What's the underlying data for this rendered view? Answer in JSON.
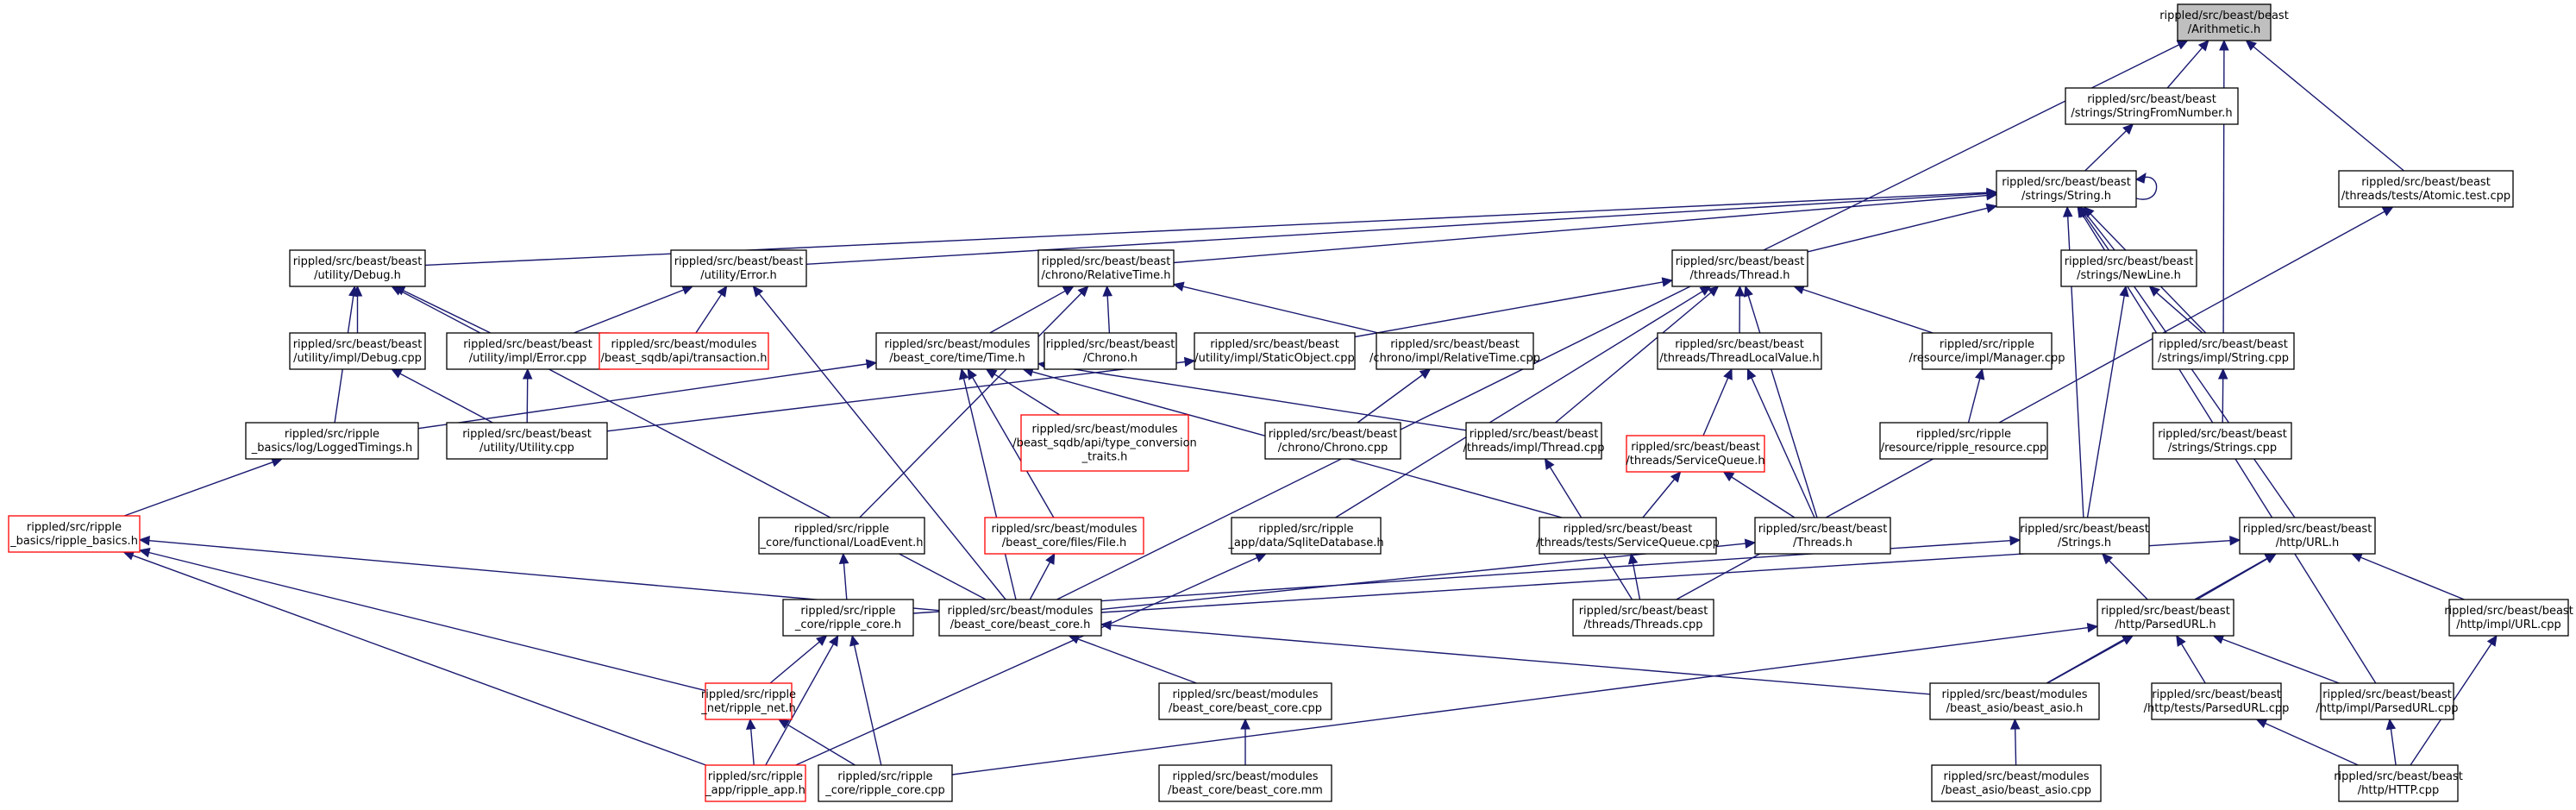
{
  "diagram": {
    "type": "include-dependency-graph",
    "colors": {
      "edge": "#191970",
      "root_fill": "#bfbfbf",
      "missing_border": "#ff0000"
    },
    "nodes": [
      {
        "id": "arith",
        "lines": [
          "rippled/src/beast/beast",
          "/Arithmetic.h"
        ],
        "style": "root"
      },
      {
        "id": "sfn",
        "lines": [
          "rippled/src/beast/beast",
          "/strings/StringFromNumber.h"
        ]
      },
      {
        "id": "string",
        "lines": [
          "rippled/src/beast/beast",
          "/strings/String.h"
        ]
      },
      {
        "id": "atomic",
        "lines": [
          "rippled/src/beast/beast",
          "/threads/tests/Atomic.test.cpp"
        ]
      },
      {
        "id": "debug",
        "lines": [
          "rippled/src/beast/beast",
          "/utility/Debug.h"
        ]
      },
      {
        "id": "error",
        "lines": [
          "rippled/src/beast/beast",
          "/utility/Error.h"
        ]
      },
      {
        "id": "reltime",
        "lines": [
          "rippled/src/beast/beast",
          "/chrono/RelativeTime.h"
        ]
      },
      {
        "id": "thread",
        "lines": [
          "rippled/src/beast/beast",
          "/threads/Thread.h"
        ]
      },
      {
        "id": "newline",
        "lines": [
          "rippled/src/beast/beast",
          "/strings/NewLine.h"
        ]
      },
      {
        "id": "debugcpp",
        "lines": [
          "rippled/src/beast/beast",
          "/utility/impl/Debug.cpp"
        ]
      },
      {
        "id": "errorcpp",
        "lines": [
          "rippled/src/beast/beast",
          "/utility/impl/Error.cpp"
        ]
      },
      {
        "id": "transaction",
        "lines": [
          "rippled/src/beast/modules",
          "/beast_sqdb/api/transaction.h"
        ],
        "style": "red"
      },
      {
        "id": "timeh",
        "lines": [
          "rippled/src/beast/modules",
          "/beast_core/time/Time.h"
        ]
      },
      {
        "id": "chrono",
        "lines": [
          "rippled/src/beast/beast",
          "/Chrono.h"
        ]
      },
      {
        "id": "staticobj",
        "lines": [
          "rippled/src/beast/beast",
          "/utility/impl/StaticObject.cpp"
        ]
      },
      {
        "id": "reltimecpp",
        "lines": [
          "rippled/src/beast/beast",
          "/chrono/impl/RelativeTime.cpp"
        ]
      },
      {
        "id": "tlv",
        "lines": [
          "rippled/src/beast/beast",
          "/threads/ThreadLocalValue.h"
        ]
      },
      {
        "id": "manager",
        "lines": [
          "rippled/src/ripple",
          "/resource/impl/Manager.cpp"
        ]
      },
      {
        "id": "stringcpp",
        "lines": [
          "rippled/src/beast/beast",
          "/strings/impl/String.cpp"
        ]
      },
      {
        "id": "loggedtimings",
        "lines": [
          "rippled/src/ripple",
          "_basics/log/LoggedTimings.h"
        ]
      },
      {
        "id": "utilitycpp",
        "lines": [
          "rippled/src/beast/beast",
          "/utility/Utility.cpp"
        ]
      },
      {
        "id": "typeconv",
        "lines": [
          "rippled/src/beast/modules",
          "/beast_sqdb/api/type_conversion",
          "_traits.h"
        ],
        "style": "red"
      },
      {
        "id": "chronocpp",
        "lines": [
          "rippled/src/beast/beast",
          "/chrono/Chrono.cpp"
        ]
      },
      {
        "id": "threadcpp",
        "lines": [
          "rippled/src/beast/beast",
          "/threads/impl/Thread.cpp"
        ]
      },
      {
        "id": "servicequeue",
        "lines": [
          "rippled/src/beast/beast",
          "/threads/ServiceQueue.h"
        ],
        "style": "red"
      },
      {
        "id": "rippleresource",
        "lines": [
          "rippled/src/ripple",
          "/resource/ripple_resource.cpp"
        ]
      },
      {
        "id": "stringscpp",
        "lines": [
          "rippled/src/beast/beast",
          "/strings/Strings.cpp"
        ]
      },
      {
        "id": "ripplebasics",
        "lines": [
          "rippled/src/ripple",
          "_basics/ripple_basics.h"
        ],
        "style": "red"
      },
      {
        "id": "loadevent",
        "lines": [
          "rippled/src/ripple",
          "_core/functional/LoadEvent.h"
        ]
      },
      {
        "id": "fileh",
        "lines": [
          "rippled/src/beast/modules",
          "/beast_core/files/File.h"
        ],
        "style": "red"
      },
      {
        "id": "sqlitedb",
        "lines": [
          "rippled/src/ripple",
          "_app/data/SqliteDatabase.h"
        ]
      },
      {
        "id": "sqtest",
        "lines": [
          "rippled/src/beast/beast",
          "/threads/tests/ServiceQueue.cpp"
        ]
      },
      {
        "id": "threadsh",
        "lines": [
          "rippled/src/beast/beast",
          "/Threads.h"
        ]
      },
      {
        "id": "stringsh",
        "lines": [
          "rippled/src/beast/beast",
          "/Strings.h"
        ]
      },
      {
        "id": "urlh",
        "lines": [
          "rippled/src/beast/beast",
          "/http/URL.h"
        ]
      },
      {
        "id": "ripplecore",
        "lines": [
          "rippled/src/ripple",
          "_core/ripple_core.h"
        ]
      },
      {
        "id": "beastcore",
        "lines": [
          "rippled/src/beast/modules",
          "/beast_core/beast_core.h"
        ]
      },
      {
        "id": "threadscpp",
        "lines": [
          "rippled/src/beast/beast",
          "/threads/Threads.cpp"
        ]
      },
      {
        "id": "parsedurl",
        "lines": [
          "rippled/src/beast/beast",
          "/http/ParsedURL.h"
        ]
      },
      {
        "id": "urlcpp",
        "lines": [
          "rippled/src/beast/beast",
          "/http/impl/URL.cpp"
        ]
      },
      {
        "id": "ripplenet",
        "lines": [
          "rippled/src/ripple",
          "_net/ripple_net.h"
        ],
        "style": "red"
      },
      {
        "id": "beastcorecpp",
        "lines": [
          "rippled/src/beast/modules",
          "/beast_core/beast_core.cpp"
        ]
      },
      {
        "id": "beastasio",
        "lines": [
          "rippled/src/beast/modules",
          "/beast_asio/beast_asio.h"
        ]
      },
      {
        "id": "parsedurltest",
        "lines": [
          "rippled/src/beast/beast",
          "/http/tests/ParsedURL.cpp"
        ]
      },
      {
        "id": "parsedurlcpp",
        "lines": [
          "rippled/src/beast/beast",
          "/http/impl/ParsedURL.cpp"
        ]
      },
      {
        "id": "rippleapp",
        "lines": [
          "rippled/src/ripple",
          "_app/ripple_app.h"
        ],
        "style": "red"
      },
      {
        "id": "ripplecorecpp",
        "lines": [
          "rippled/src/ripple",
          "_core/ripple_core.cpp"
        ]
      },
      {
        "id": "beastcoremm",
        "lines": [
          "rippled/src/beast/modules",
          "/beast_core/beast_core.mm"
        ]
      },
      {
        "id": "beastasiocpp",
        "lines": [
          "rippled/src/beast/modules",
          "/beast_asio/beast_asio.cpp"
        ]
      },
      {
        "id": "httpcpp",
        "lines": [
          "rippled/src/beast/beast",
          "/http/HTTP.cpp"
        ]
      }
    ],
    "edges": [
      [
        "sfn",
        "arith"
      ],
      [
        "string",
        "sfn"
      ],
      [
        "atomic",
        "arith"
      ],
      [
        "stringcpp",
        "arith"
      ],
      [
        "beastcore",
        "arith"
      ],
      [
        "string",
        "string"
      ],
      [
        "debug",
        "string"
      ],
      [
        "error",
        "string"
      ],
      [
        "reltime",
        "string"
      ],
      [
        "thread",
        "string"
      ],
      [
        "newline",
        "string"
      ],
      [
        "stringcpp",
        "string"
      ],
      [
        "stringsh",
        "string"
      ],
      [
        "urlh",
        "string"
      ],
      [
        "parsedurlcpp",
        "string"
      ],
      [
        "debugcpp",
        "debug"
      ],
      [
        "errorcpp",
        "debug"
      ],
      [
        "loggedtimings",
        "debug"
      ],
      [
        "beastcore",
        "debug"
      ],
      [
        "errorcpp",
        "error"
      ],
      [
        "transaction",
        "error"
      ],
      [
        "beastcore",
        "error"
      ],
      [
        "timeh",
        "reltime"
      ],
      [
        "chrono",
        "reltime"
      ],
      [
        "reltimecpp",
        "reltime"
      ],
      [
        "loadevent",
        "reltime"
      ],
      [
        "staticobj",
        "thread"
      ],
      [
        "tlv",
        "thread"
      ],
      [
        "manager",
        "thread"
      ],
      [
        "threadcpp",
        "thread"
      ],
      [
        "sqlitedb",
        "thread"
      ],
      [
        "threadsh",
        "thread"
      ],
      [
        "stringcpp",
        "newline"
      ],
      [
        "stringsh",
        "newline"
      ],
      [
        "utilitycpp",
        "debugcpp"
      ],
      [
        "utilitycpp",
        "errorcpp"
      ],
      [
        "loggedtimings",
        "timeh"
      ],
      [
        "typeconv",
        "timeh"
      ],
      [
        "fileh",
        "timeh"
      ],
      [
        "threadcpp",
        "timeh"
      ],
      [
        "sqtest",
        "timeh"
      ],
      [
        "beastcore",
        "timeh"
      ],
      [
        "utilitycpp",
        "staticobj"
      ],
      [
        "chronocpp",
        "reltimecpp"
      ],
      [
        "servicequeue",
        "tlv"
      ],
      [
        "threadsh",
        "tlv"
      ],
      [
        "rippleresource",
        "manager"
      ],
      [
        "sqtest",
        "servicequeue"
      ],
      [
        "threadsh",
        "servicequeue"
      ],
      [
        "ripplebasics",
        "loggedtimings"
      ],
      [
        "threadscpp",
        "threadcpp"
      ],
      [
        "stringscpp",
        "stringcpp"
      ],
      [
        "ripplecore",
        "loadevent"
      ],
      [
        "beastcore",
        "fileh"
      ],
      [
        "rippleapp",
        "sqlitedb"
      ],
      [
        "threadscpp",
        "sqtest"
      ],
      [
        "beastcore",
        "threadsh"
      ],
      [
        "ripplecore",
        "stringsh"
      ],
      [
        "parsedurl",
        "stringsh"
      ],
      [
        "threadscpp",
        "atomic"
      ],
      [
        "beastcore",
        "urlh"
      ],
      [
        "parsedurl",
        "urlh"
      ],
      [
        "urlcpp",
        "urlh"
      ],
      [
        "beastasio",
        "urlh"
      ],
      [
        "beastcore",
        "ripplebasics"
      ],
      [
        "ripplenet",
        "ripplebasics"
      ],
      [
        "rippleapp",
        "ripplebasics"
      ],
      [
        "ripplenet",
        "ripplecore"
      ],
      [
        "rippleapp",
        "ripplecore"
      ],
      [
        "ripplecorecpp",
        "ripplecore"
      ],
      [
        "beastcorecpp",
        "beastcore"
      ],
      [
        "beastasio",
        "beastcore"
      ],
      [
        "beastasio",
        "parsedurl"
      ],
      [
        "parsedurltest",
        "parsedurl"
      ],
      [
        "parsedurlcpp",
        "parsedurl"
      ],
      [
        "ripplecorecpp",
        "parsedurl"
      ],
      [
        "httpcpp",
        "urlcpp"
      ],
      [
        "rippleapp",
        "ripplenet"
      ],
      [
        "ripplecorecpp",
        "ripplenet"
      ],
      [
        "beastcoremm",
        "beastcorecpp"
      ],
      [
        "beastasiocpp",
        "beastasio"
      ],
      [
        "httpcpp",
        "parsedurltest"
      ],
      [
        "httpcpp",
        "parsedurlcpp"
      ]
    ]
  }
}
